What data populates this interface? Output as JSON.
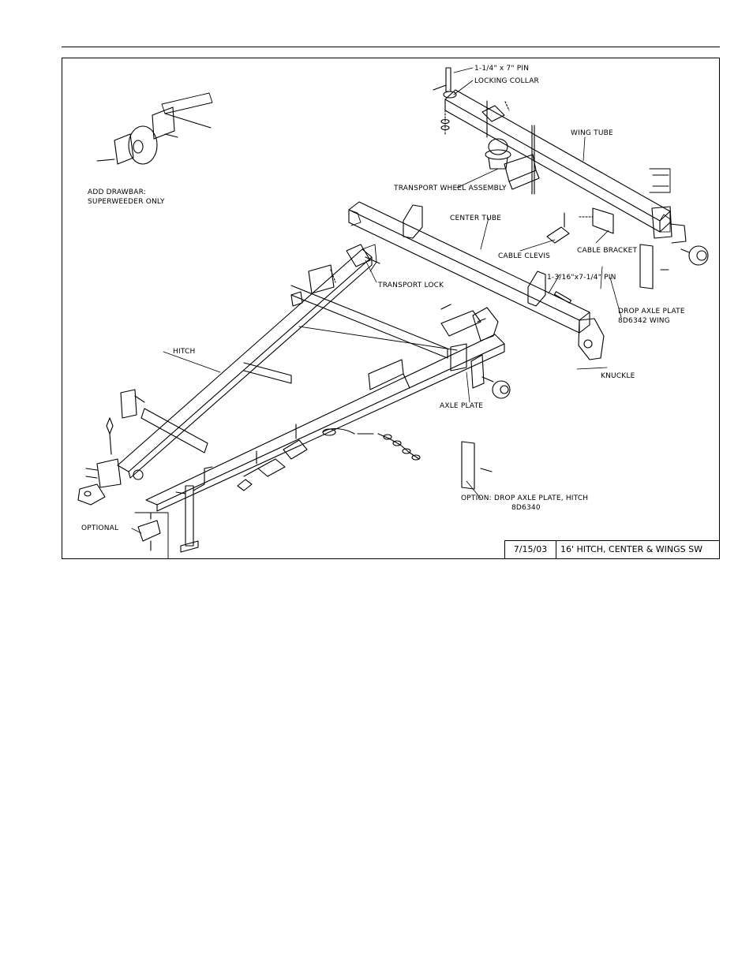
{
  "labels": {
    "pin_top": "1-1/4\" x 7\" PIN",
    "locking_collar": "LOCKING COLLAR",
    "wing_tube": "WING TUBE",
    "add_drawbar_1": "ADD DRAWBAR:",
    "add_drawbar_2": "SUPERWEEDER ONLY",
    "transport_wheel": "TRANSPORT WHEEL ASSEMBLY",
    "center_tube": "CENTER TUBE",
    "cable_clevis": "CABLE CLEVIS",
    "cable_bracket": "CABLE BRACKET",
    "pin_mid": "1-3/16\"x7-1/4\" PIN",
    "transport_lock": "TRANSPORT LOCK",
    "drop_axle_wing_1": "DROP AXLE PLATE",
    "drop_axle_wing_2": "8D6342 WING",
    "hitch": "HITCH",
    "knuckle": "KNUCKLE",
    "axle_plate": "AXLE PLATE",
    "option_1": "OPTION: DROP AXLE PLATE, HITCH",
    "option_2": "8D6340",
    "optional": "OPTIONAL"
  },
  "title_block": {
    "date": "7/15/03",
    "title": "16' HITCH, CENTER & WINGS SW"
  }
}
